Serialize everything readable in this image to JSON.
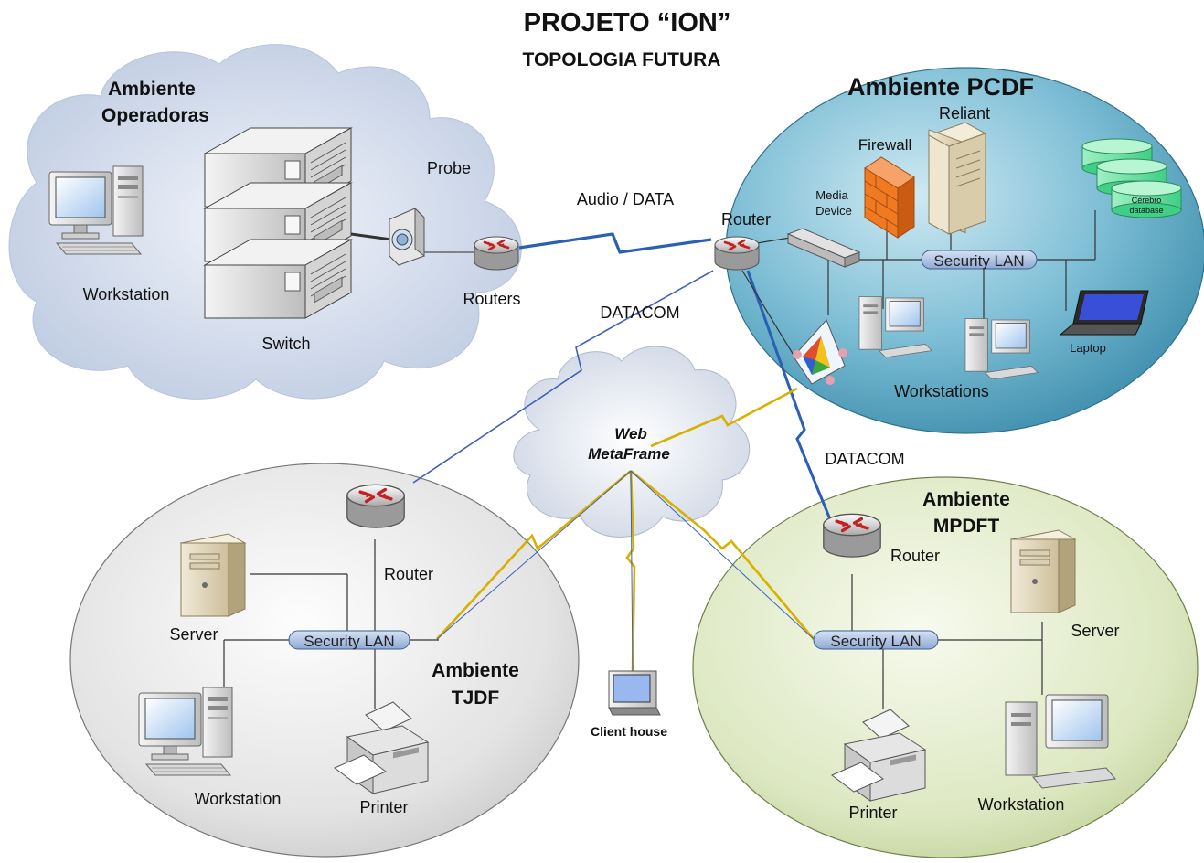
{
  "title": "PROJETO “ION”",
  "subtitle": "TOPOLOGIA FUTURA",
  "environments": {
    "operadoras": {
      "line1": "Ambiente",
      "line2": "Operadoras"
    },
    "pcdf": {
      "label": "Ambiente PCDF"
    },
    "tjdf": {
      "line1": "Ambiente",
      "line2": "TJDF"
    },
    "mpdft": {
      "line1": "Ambiente",
      "line2": "MPDFT"
    }
  },
  "operadoras": {
    "workstation": "Workstation",
    "switch": "Switch",
    "probe": "Probe",
    "routers": "Routers"
  },
  "pcdf": {
    "router": "Router",
    "media_device_1": "Media",
    "media_device_2": "Device",
    "firewall": "Firewall",
    "reliant": "Reliant",
    "database_1": "Cérebro",
    "database_2": "database",
    "security_lan": "Security LAN",
    "laptop": "Laptop",
    "workstations": "Workstations"
  },
  "links": {
    "audio_data": "Audio / DATA",
    "datacom_left": "DATACOM",
    "datacom_right": "DATACOM"
  },
  "web": {
    "line1": "Web",
    "line2": "MetaFrame"
  },
  "client_house": "Client house",
  "tjdf": {
    "router": "Router",
    "server": "Server",
    "security_lan": "Security LAN",
    "workstation": "Workstation",
    "printer": "Printer"
  },
  "mpdft": {
    "router": "Router",
    "server": "Server",
    "security_lan": "Security LAN",
    "printer": "Printer",
    "workstation": "Workstation"
  },
  "colors": {
    "pcdf_fill": "#5fa6c2",
    "tjdf_fill": "#dcdcdc",
    "mpdft_fill": "#d6e2b8",
    "cloud_fill": "#c3cfe3",
    "wan_link": "#2b5fb3",
    "web_link": "#d8b000",
    "lan_bar": "#a9bfe0",
    "firewall": "#f07a22",
    "database": "#6fe0a4"
  }
}
